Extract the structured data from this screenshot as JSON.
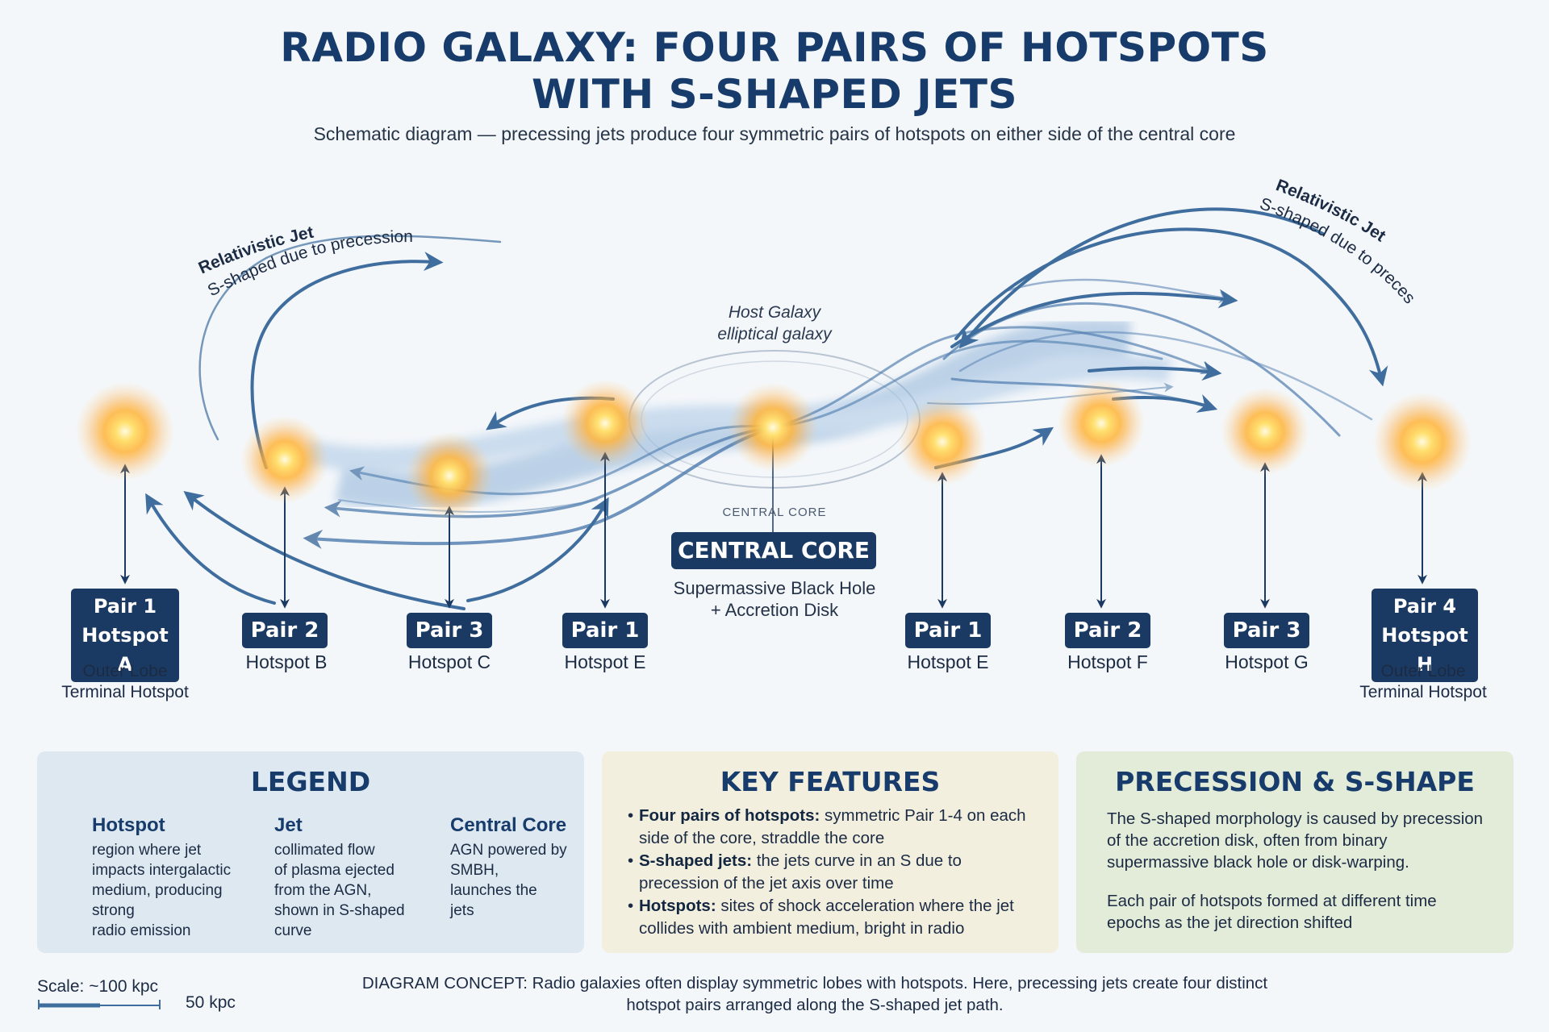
{
  "title_line1": "RADIO GALAXY: FOUR PAIRS OF HOTSPOTS",
  "title_line2": "WITH S-SHAPED JETS",
  "subtitle": "Schematic diagram — precessing jets produce four symmetric pairs of hotspots on either side of the central core",
  "jet_left": {
    "line1": "Relativistic Jet",
    "line2": "S-shaped due to precession"
  },
  "jet_right": {
    "line1": "Relativistic Jet",
    "line2": "S-shaped due to precession"
  },
  "host_galaxy": {
    "line1": "Host Galaxy",
    "line2": "elliptical galaxy"
  },
  "core": {
    "small_label": "CENTRAL CORE",
    "box_label": "CENTRAL CORE",
    "desc_line1": "Supermassive Black Hole",
    "desc_line2": "+ Accretion Disk"
  },
  "hotspots": [
    {
      "pair": "Pair 1",
      "name": "Hotspot A",
      "desc_line1": "Outer Lobe",
      "desc_line2": "Terminal Hotspot"
    },
    {
      "pair": "Pair 2",
      "name": "Hotspot B"
    },
    {
      "pair": "Pair 3",
      "name": "Hotspot C"
    },
    {
      "pair": "Pair 1",
      "name": "Hotspot E"
    },
    {
      "pair": "Pair 1",
      "name": "Hotspot E"
    },
    {
      "pair": "Pair 2",
      "name": "Hotspot F"
    },
    {
      "pair": "Pair 3",
      "name": "Hotspot G"
    },
    {
      "pair": "Pair 4",
      "name": "Hotspot H",
      "desc_line1": "Outer Lobe",
      "desc_line2": "Terminal Hotspot"
    }
  ],
  "legend": {
    "title": "LEGEND",
    "hotspot": {
      "name": "Hotspot",
      "lines": [
        "region where jet",
        "impacts intergalactic",
        "medium, producing",
        "strong",
        "radio emission"
      ]
    },
    "jet": {
      "name": "Jet",
      "lines": [
        "collimated flow",
        "of plasma ejected",
        "from the AGN,",
        "shown in S-shaped",
        "curve"
      ]
    },
    "core": {
      "name": "Central Core",
      "lines": [
        "AGN powered by",
        "SMBH,",
        "launches the",
        "jets"
      ]
    }
  },
  "key_features": {
    "title": "KEY FEATURES",
    "items": [
      {
        "bold": "Four pairs of hotspots:",
        "line1": " symmetric Pair 1-4 on each",
        "line2": "side of the core, straddle the core"
      },
      {
        "bold": "S-shaped jets:",
        "line1": " the jets curve in an S due to",
        "line2": "precession of the jet axis over time"
      },
      {
        "bold": "Hotspots:",
        "line1": " sites of shock acceleration where the jet",
        "line2": "collides with ambient medium, bright in radio"
      }
    ]
  },
  "precession": {
    "title": "PRECESSION & S-SHAPE",
    "para1": [
      "The S-shaped morphology is caused by precession",
      "of the accretion disk, often from binary",
      "supermassive black hole or disk-warping."
    ],
    "para2": [
      "Each pair of hotspots formed at different time",
      "epochs as the jet direction shifted"
    ]
  },
  "scale": {
    "label": "Scale: ~100 kpc",
    "bar_label": "50 kpc"
  },
  "concept": {
    "line1": "DIAGRAM CONCEPT: Radio galaxies often display symmetric lobes with hotspots. Here, precessing jets create four distinct",
    "line2": "hotspot pairs arranged along the S-shaped jet path."
  },
  "colors": {
    "navy": "#1b3a63",
    "jet_blue": "#3f6d9e",
    "hotspot_core": "#fff3b0",
    "hotspot_glow": "#ffa326"
  }
}
